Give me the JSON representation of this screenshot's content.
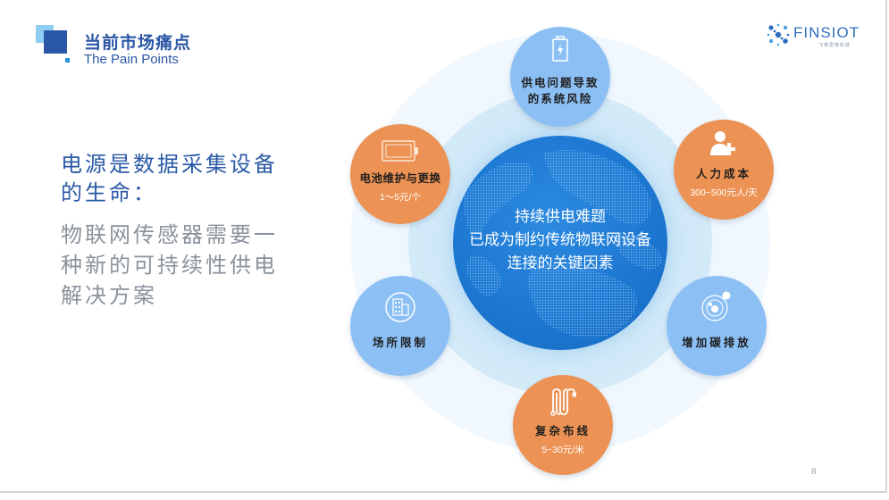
{
  "header": {
    "title": "当前市场痛点",
    "subtitle": "The Pain Points"
  },
  "brand": {
    "name": "FINSIOT",
    "tagline": "飞英思特科技"
  },
  "left_panel": {
    "lead": "电源是数据采集设备的生命：",
    "body": "物联网传感器需要一种新的可持续性供电解决方案"
  },
  "diagram": {
    "center": {
      "lines": [
        "持续供电难题",
        "已成为制约传统物联网设备",
        "连接的关键因素"
      ]
    },
    "nodes": [
      {
        "id": "top",
        "color": "blue",
        "icon": "battery-charging-icon",
        "label_lines": [
          "供电问题导致",
          "的系统风险"
        ],
        "sub": ""
      },
      {
        "id": "upper-left",
        "color": "orange",
        "icon": "battery-icon",
        "label_lines": [
          "电池维护与更换"
        ],
        "sub": "1～5元/个"
      },
      {
        "id": "upper-right",
        "color": "orange",
        "icon": "user-add-icon",
        "label_lines": [
          "人力成本"
        ],
        "sub": "300~500元人/天"
      },
      {
        "id": "lower-left",
        "color": "blue",
        "icon": "building-icon",
        "label_lines": [
          "场所限制"
        ],
        "sub": ""
      },
      {
        "id": "lower-right",
        "color": "blue",
        "icon": "orbit-icon",
        "label_lines": [
          "增加碳排放"
        ],
        "sub": ""
      },
      {
        "id": "bottom",
        "color": "orange",
        "icon": "wiring-icon",
        "label_lines": [
          "复杂布线"
        ],
        "sub": "5~30元/米"
      }
    ]
  },
  "colors": {
    "title_blue": "#2b56a4",
    "orange": "#ec9254",
    "light_blue": "#8cc0f5",
    "globe_blue": "#1d78d2",
    "gray_text": "#8a939c"
  },
  "footer": {
    "page_number": "8"
  }
}
